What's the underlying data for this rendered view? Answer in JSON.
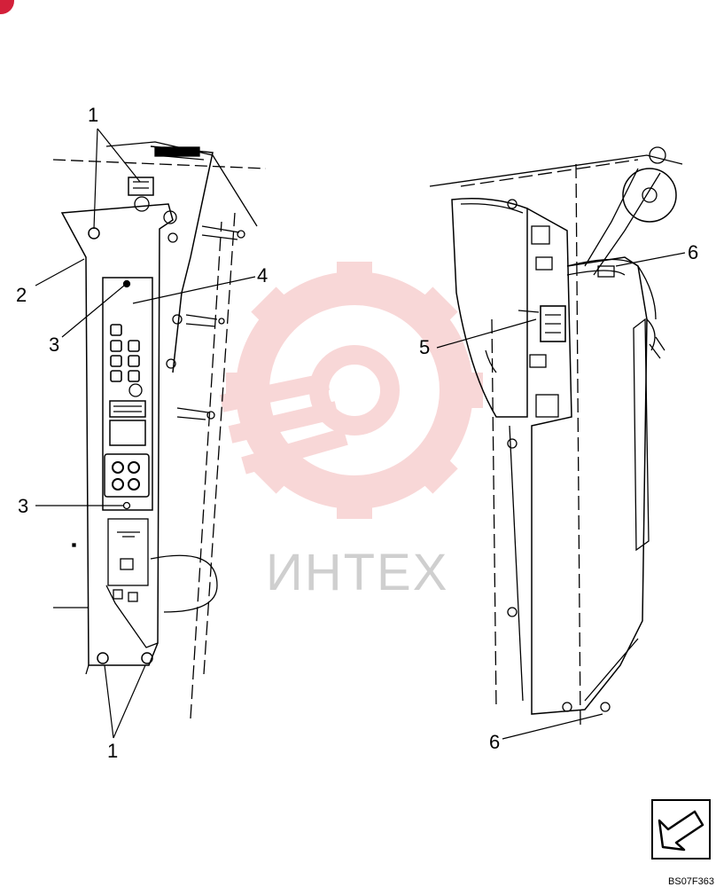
{
  "callouts": {
    "left_top_1": "1",
    "left_2": "2",
    "left_3_upper": "3",
    "left_4": "4",
    "left_3_lower": "3",
    "left_bottom_1": "1",
    "right_6_top": "6",
    "right_5": "5",
    "right_6_bottom": "6"
  },
  "watermark": {
    "text": "ИНТЕХ"
  },
  "drawing_code": "BS07F363",
  "colors": {
    "line": "#000000",
    "watermark_gear": "#f4b8b8",
    "watermark_text": "#cfcfcf",
    "corner_mark": "#d3203a"
  },
  "icons": {
    "corner": "red-circle-icon",
    "orientation": "arrow-icon"
  }
}
